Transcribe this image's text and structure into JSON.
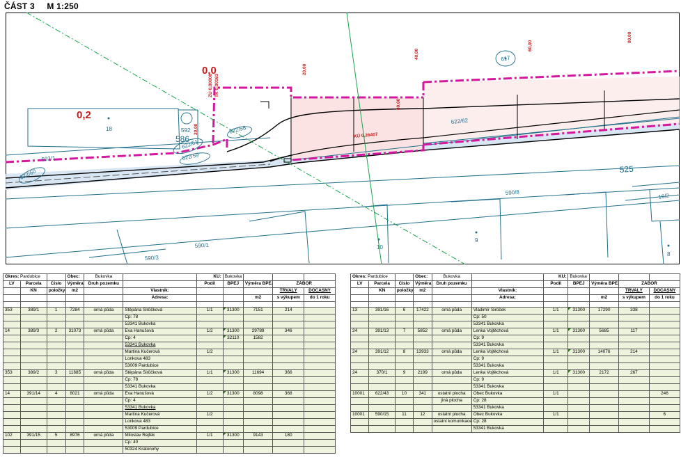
{
  "heading": {
    "part": "ČÁST 3",
    "scale": "M 1:250"
  },
  "colors": {
    "boundary": "#d4179e",
    "parcel_line": "#1f6f8b",
    "road_fill": "#cfe0f0",
    "zabor_fill": "#fbe3e3",
    "axis_green": "#16a34a",
    "row_fill": "#eef3dd",
    "label_red": "#c61c1c"
  },
  "map_labels": {
    "stat_0_0": "0,0",
    "stat_0_2": "0,2",
    "tk_a": "TK 0,00163",
    "tk_b": "ZÚ 0,00000",
    "d20a": "20,00",
    "d40": "40,00",
    "d60": "60,00",
    "d80": "80,00",
    "d20b": "20,00",
    "d80b": "80,00",
    "ku": "KÚ 0,26407",
    "p592_1": "592/1",
    "p622_60": "622/60",
    "p586": "586",
    "p622_61": "622/61",
    "p622_59": "622/59",
    "p622_58": "622/58",
    "p592": "592",
    "p18": "18",
    "p617": "617",
    "p622_62": "622/62",
    "p525": "525",
    "p590_8": "590/8",
    "p16_2": "16/2",
    "p590_1": "590/1",
    "p590_3": "590/3",
    "p10": "10",
    "p9": "9",
    "p8": "8"
  },
  "left_table": {
    "meta": {
      "okres_label": "Okres:",
      "okres": "Pardubice",
      "obec_label": "Obec:",
      "obec": "Bukovka",
      "ku_label": "KÚ:",
      "ku": "Bukovka"
    },
    "header": {
      "lv": "LV",
      "parcela": "Parcela",
      "kn": "KN",
      "cislo": "Číslo",
      "polozky": "položky",
      "vymera": "Výměra",
      "m2": "m2",
      "druh": "Druh pozemku",
      "vlastnik": "Vlastník:",
      "adresa": "Adresa:",
      "podil": "Podíl",
      "bpej": "BPEJ",
      "vymera_bpej": "Výměra BPEJ",
      "m2b": "m2",
      "zabor": "ZÁBOR",
      "trvaly": "TRVALÝ",
      "s_vykupem": "s výkupem",
      "docasny": "DOČASNÝ",
      "do_1_roku": "do 1 roku"
    },
    "rows": [
      {
        "lv": "353",
        "parcela": "389/1",
        "cislo": "1",
        "vymera": "7284",
        "druh": "orná půda",
        "lines": [
          {
            "v": "Štěpána Sirůčková",
            "p": "1/1",
            "b": "31300",
            "vb": "7151",
            "t": "214",
            "d": ""
          },
          {
            "v": "Čp: 78"
          },
          {
            "v": "53341 Bukovka"
          }
        ]
      },
      {
        "lv": "14",
        "parcela": "389/3",
        "cislo": "2",
        "vymera": "31073",
        "druh": "orná půda",
        "lines": [
          {
            "v": "Eva Hanušová",
            "p": "1/2",
            "b": "31300",
            "vb": "29789",
            "t": "346",
            "d": ""
          },
          {
            "v": "Čp: 4",
            "b": "32110",
            "vb": "1582"
          },
          {
            "v": "53341 Bukovka",
            "u": true
          },
          {
            "v": "Martina Kučerová",
            "p": "1/2"
          },
          {
            "v": "Lonkova 483"
          },
          {
            "v": "53009 Pardubice"
          }
        ]
      },
      {
        "lv": "353",
        "parcela": "389/2",
        "cislo": "3",
        "vymera": "11685",
        "druh": "orná půda",
        "lines": [
          {
            "v": "Štěpána Sirůčková",
            "p": "1/1",
            "b": "31300",
            "vb": "11694",
            "t": "366",
            "d": ""
          },
          {
            "v": "Čp: 78"
          },
          {
            "v": "53341 Bukovka"
          }
        ]
      },
      {
        "lv": "14",
        "parcela": "391/14",
        "cislo": "4",
        "vymera": "8021",
        "druh": "orná půda",
        "lines": [
          {
            "v": "Eva Hanušová",
            "p": "1/2",
            "b": "31300",
            "vb": "8098",
            "t": "368",
            "d": ""
          },
          {
            "v": "Čp: 4"
          },
          {
            "v": "53341 Bukovka",
            "u": true
          },
          {
            "v": "Martina Kučerová",
            "p": "1/2"
          },
          {
            "v": "Lonkova 483"
          },
          {
            "v": "53009 Pardubice"
          }
        ]
      },
      {
        "lv": "102",
        "parcela": "391/15",
        "cislo": "5",
        "vymera": "8976",
        "druh": "orná půda",
        "lines": [
          {
            "v": "Miloslav Rejfek",
            "p": "1/1",
            "b": "31300",
            "vb": "9143",
            "t": "180",
            "d": ""
          },
          {
            "v": "Čp: 40"
          },
          {
            "v": "50324 Kratonohy"
          }
        ]
      }
    ]
  },
  "right_table": {
    "meta": {
      "okres_label": "Okres:",
      "okres": "Pardubice",
      "obec_label": "Obec:",
      "obec": "Bukovka",
      "ku_label": "KÚ:",
      "ku": "Bukovka"
    },
    "header": {
      "lv": "LV",
      "parcela": "Parcela",
      "kn": "KN",
      "cislo": "Číslo",
      "polozky": "položky",
      "vymera": "Výměra",
      "m2": "m2",
      "druh": "Druh pozemku",
      "vlastnik": "Vlastník:",
      "adresa": "Adresa:",
      "podil": "Podíl",
      "bpej": "BPEJ",
      "vymera_bpej": "Výměra BPEJ",
      "m2b": "m2",
      "zabor": "ZÁBOR",
      "trvaly": "TRVALÝ",
      "s_vykupem": "s výkupem",
      "docasny": "DOČASNÝ",
      "do_1_roku": "do 1 roku"
    },
    "rows": [
      {
        "lv": "13",
        "parcela": "391/16",
        "cislo": "6",
        "vymera": "17422",
        "druh": "orná půda",
        "druh2": "",
        "lines": [
          {
            "v": "Vladimír Sirůček",
            "p": "1/1",
            "b": "31300",
            "vb": "17290",
            "t": "338",
            "d": ""
          },
          {
            "v": "Čp: 50"
          },
          {
            "v": "53341 Bukovka"
          }
        ]
      },
      {
        "lv": "24",
        "parcela": "391/13",
        "cislo": "7",
        "vymera": "5852",
        "druh": "orná půda",
        "druh2": "",
        "lines": [
          {
            "v": "Lenka Vojtěchová",
            "p": "1/1",
            "b": "31300",
            "vb": "5685",
            "t": "117",
            "d": ""
          },
          {
            "v": "Čp: 9"
          },
          {
            "v": "53341 Bukovka"
          }
        ]
      },
      {
        "lv": "24",
        "parcela": "391/12",
        "cislo": "8",
        "vymera": "13933",
        "druh": "orná půda",
        "druh2": "",
        "lines": [
          {
            "v": "Lenka Vojtěchová",
            "p": "1/1",
            "b": "31300",
            "vb": "14076",
            "t": "214",
            "d": ""
          },
          {
            "v": "Čp: 9"
          },
          {
            "v": "53341 Bukovka"
          }
        ]
      },
      {
        "lv": "24",
        "parcela": "370/1",
        "cislo": "9",
        "vymera": "2199",
        "druh": "orná půda",
        "druh2": "",
        "lines": [
          {
            "v": "Lenka Vojtěchová",
            "p": "1/1",
            "b": "31300",
            "vb": "2172",
            "t": "267",
            "d": ""
          },
          {
            "v": "Čp: 9"
          },
          {
            "v": "53341 Bukovka"
          }
        ]
      },
      {
        "lv": "10001",
        "parcela": "622/43",
        "cislo": "10",
        "vymera": "341",
        "druh": "ostatní plocha",
        "druh2": "jiná plocha",
        "lines": [
          {
            "v": "Obec Bukovka",
            "p": "1/1",
            "b": "",
            "vb": "",
            "t": "",
            "d": "246"
          },
          {
            "v": "Čp: 28"
          },
          {
            "v": "53341 Bukovka"
          }
        ]
      },
      {
        "lv": "10001",
        "parcela": "590/15",
        "cislo": "11",
        "vymera": "12",
        "druh": "ostatní plocha",
        "druh2": "ostatní komunikace",
        "lines": [
          {
            "v": "Obec Bukovka",
            "p": "1/1",
            "b": "",
            "vb": "",
            "t": "",
            "d": "6"
          },
          {
            "v": "Čp: 28"
          },
          {
            "v": "53341 Bukovka"
          }
        ]
      }
    ]
  }
}
